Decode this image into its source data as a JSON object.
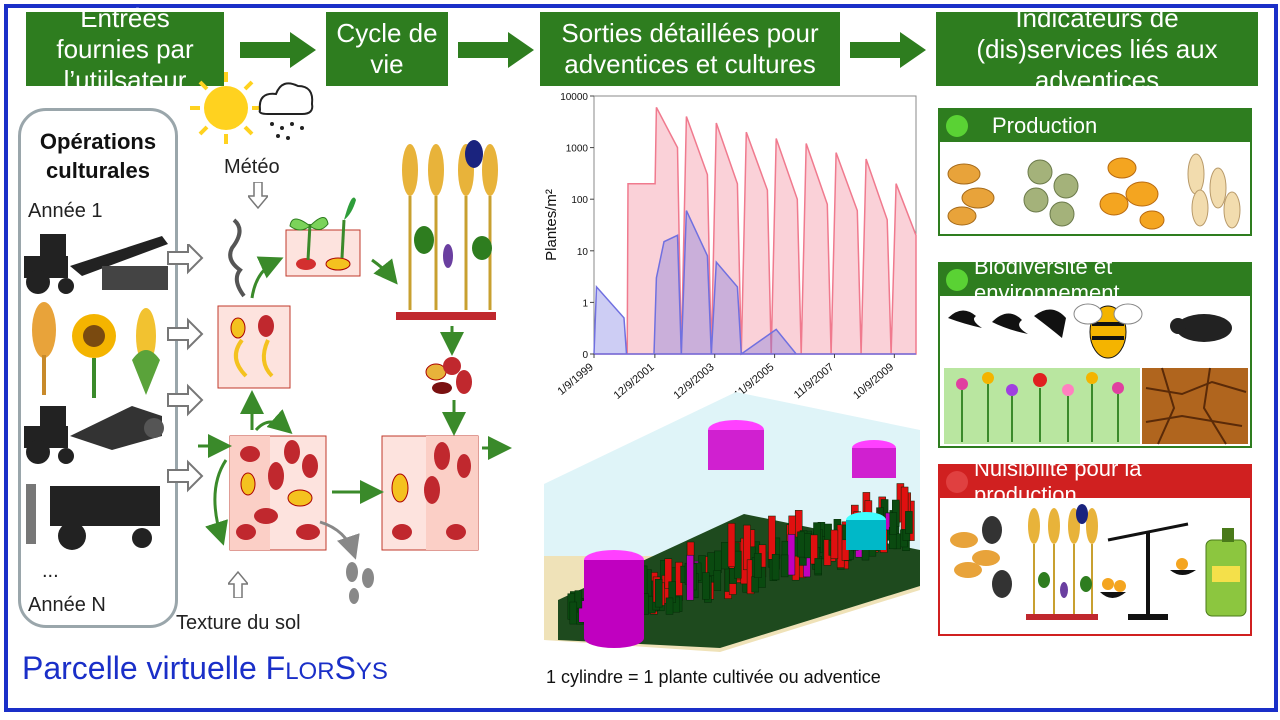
{
  "headers": {
    "inputs": "Entrées fournies par l’utiilsateur",
    "cycle": "Cycle de vie",
    "outputs": "Sorties détaillées pour adventices et cultures",
    "indicators": "Indicateurs de (dis)services liés aux adventices"
  },
  "inputs": {
    "title": "Opérations culturales",
    "year_first": "Année 1",
    "ellipsis": "...",
    "year_last": "Année N",
    "weather": "Météo",
    "soil": "Texture du sol"
  },
  "footer": {
    "title_prefix": "Parcelle virtuelle F",
    "title_sc1": "LOR",
    "title_s": "S",
    "title_sc2": "YS"
  },
  "chart_data": {
    "type": "area",
    "ylabel": "Plantes/m²",
    "yscale": "log",
    "yticks": [
      "0",
      "1",
      "10",
      "100",
      "1000",
      "10000"
    ],
    "xticks": [
      "1/9/1999",
      "12/9/2001",
      "12/9/2003",
      "11/9/2005",
      "11/9/2007",
      "10/9/2009"
    ],
    "x_range": [
      "1999-09-01",
      "2010-06-01"
    ],
    "series": [
      {
        "color": "#f07a8e",
        "points": [
          [
            "1999-09-01",
            0.01
          ],
          [
            "2000-10-10",
            0.01
          ],
          [
            "2000-10-20",
            200
          ],
          [
            "2001-09-15",
            200
          ],
          [
            "2001-10-01",
            6000
          ],
          [
            "2002-06-15",
            1000
          ],
          [
            "2002-08-01",
            0.01
          ],
          [
            "2002-10-01",
            4000
          ],
          [
            "2003-06-15",
            300
          ],
          [
            "2003-08-01",
            0.01
          ],
          [
            "2003-10-01",
            3000
          ],
          [
            "2004-06-15",
            200
          ],
          [
            "2004-08-01",
            0.01
          ],
          [
            "2004-10-01",
            2000
          ],
          [
            "2005-06-15",
            150
          ],
          [
            "2005-08-01",
            0.01
          ],
          [
            "2005-10-01",
            1500
          ],
          [
            "2006-06-15",
            100
          ],
          [
            "2006-08-01",
            0.01
          ],
          [
            "2006-10-01",
            1200
          ],
          [
            "2007-06-15",
            80
          ],
          [
            "2007-08-01",
            0.01
          ],
          [
            "2007-10-01",
            800
          ],
          [
            "2008-06-15",
            60
          ],
          [
            "2008-08-01",
            0.01
          ],
          [
            "2008-10-01",
            600
          ],
          [
            "2009-06-15",
            40
          ],
          [
            "2009-08-01",
            0.01
          ],
          [
            "2009-10-01",
            200
          ],
          [
            "2010-06-01",
            20
          ]
        ]
      },
      {
        "color": "#7070e0",
        "points": [
          [
            "1999-09-01",
            0.01
          ],
          [
            "1999-10-01",
            2
          ],
          [
            "2000-09-01",
            0.5
          ],
          [
            "2000-10-01",
            0.01
          ],
          [
            "2001-09-01",
            0.01
          ],
          [
            "2001-10-01",
            3
          ],
          [
            "2002-01-01",
            15
          ],
          [
            "2002-06-15",
            20
          ],
          [
            "2002-08-01",
            0.01
          ],
          [
            "2002-10-01",
            60
          ],
          [
            "2003-06-15",
            8
          ],
          [
            "2003-08-01",
            0.01
          ],
          [
            "2003-10-01",
            6
          ],
          [
            "2004-06-15",
            2
          ],
          [
            "2004-08-01",
            0.01
          ],
          [
            "2005-10-01",
            0.3
          ],
          [
            "2006-06-01",
            0.01
          ],
          [
            "2010-06-01",
            0.01
          ]
        ]
      }
    ]
  },
  "chart_caption": "1 cylindre = 1 plante cultivée ou adventice",
  "panels": [
    {
      "title": "Production",
      "mood": "happy",
      "color": "#2e7d1f"
    },
    {
      "title": "Biodiversité et environnement",
      "mood": "happy",
      "color": "#2e7d1f"
    },
    {
      "title": "Nuisibilité pour la production",
      "mood": "sad",
      "color": "#d02020"
    }
  ]
}
